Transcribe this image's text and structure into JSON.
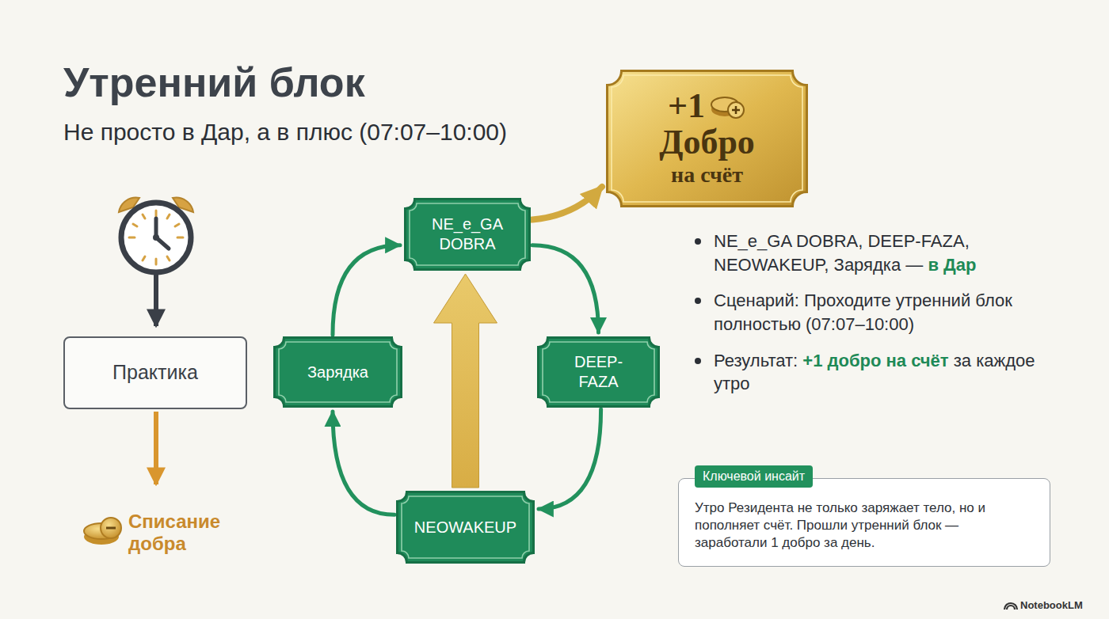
{
  "diagram": {
    "title": "Утренний блок",
    "nodes": [
      {
        "text": [
          "Практика"
        ]
      },
      {
        "text": [
          "NE_e_GA DOBRA"
        ]
      },
      {
        "text": [
          "DEEP-FAZA"
        ]
      },
      {
        "text": [
          "NEOWAKEUP"
        ]
      },
      {
        "text": [
          "Зарядка"
        ]
      },
      {
        "text": [
          "+1",
          "Добро",
          "на счёт"
        ]
      },
      {
        "text": [
          "Ключевой инсайт",
          "Утро Резидента не только заряжает тело, но и пополняет счёт. Прошли утренний блок — заработали 1 добро за день."
        ]
      }
    ],
    "edges": [
      {
        "from": 1,
        "to": 2,
        "arrow": "to"
      },
      {
        "from": 2,
        "to": 3,
        "arrow": "to"
      },
      {
        "from": 3,
        "to": 4,
        "arrow": "to"
      },
      {
        "from": 4,
        "to": 1,
        "arrow": "to"
      },
      {
        "from": 3,
        "to": 1,
        "arrow": "to"
      },
      {
        "from": 1,
        "to": 5,
        "arrow": "to"
      }
    ],
    "labels": [
      "Не просто в Дар, а в плюс (07:07–10:00)",
      "Списание добра",
      "NE_e_GA DOBRA, DEEP-FAZA, NEOWAKEUP, Зарядка —",
      "в Дар",
      "Сценарий: Проходите утренний блок полностью (07:07–10:00)",
      "Результат:",
      "+1 добро на счёт",
      "за каждое утро",
      "NotebookLM"
    ]
  }
}
